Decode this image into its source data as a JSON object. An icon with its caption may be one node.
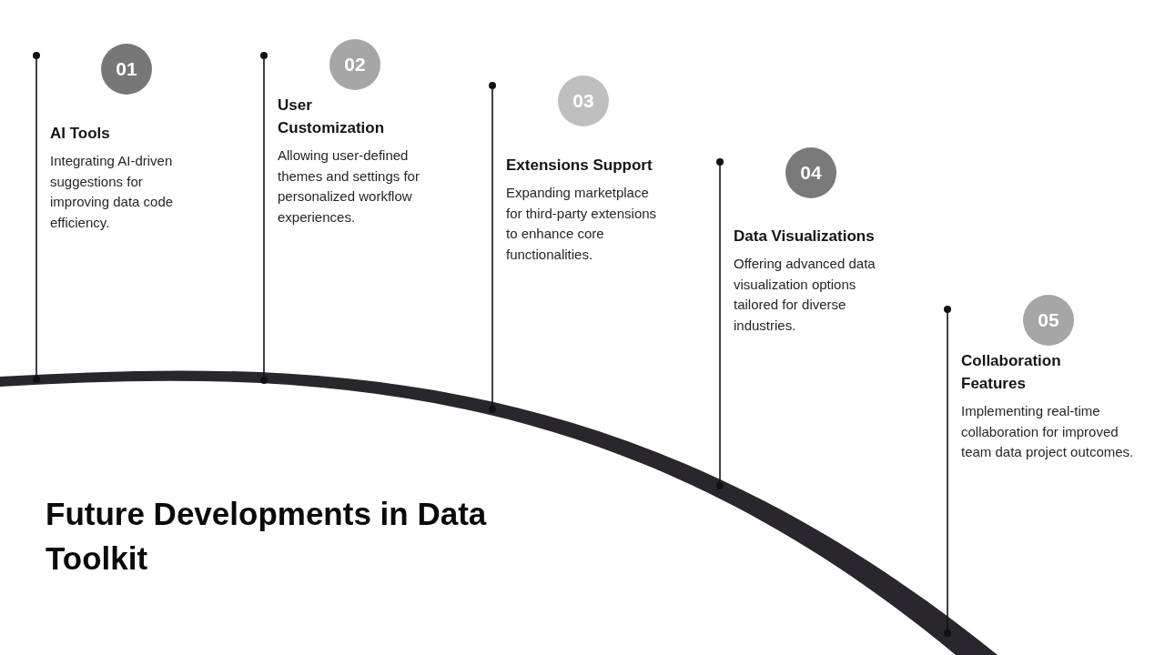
{
  "diagram": {
    "title": "Future Developments in Data Toolkit",
    "nodes": [
      {
        "text": [
          "01"
        ],
        "beside": [
          "AI Tools",
          "Integrating AI-driven suggestions for improving data code efficiency."
        ]
      },
      {
        "text": [
          "02"
        ],
        "beside": [
          "User Customization",
          "Allowing user-defined themes and settings for personalized workflow experiences."
        ]
      },
      {
        "text": [
          "03"
        ],
        "beside": [
          "Extensions Support",
          "Expanding marketplace for third-party extensions to enhance core functionalities."
        ]
      },
      {
        "text": [
          "04"
        ],
        "beside": [
          "Data Visualizations",
          "Offering advanced data visualization options tailored for diverse industries."
        ]
      },
      {
        "text": [
          "05"
        ],
        "beside": [
          "Collaboration Features",
          "Implementing real-time collaboration for improved team data project outcomes."
        ]
      }
    ]
  }
}
